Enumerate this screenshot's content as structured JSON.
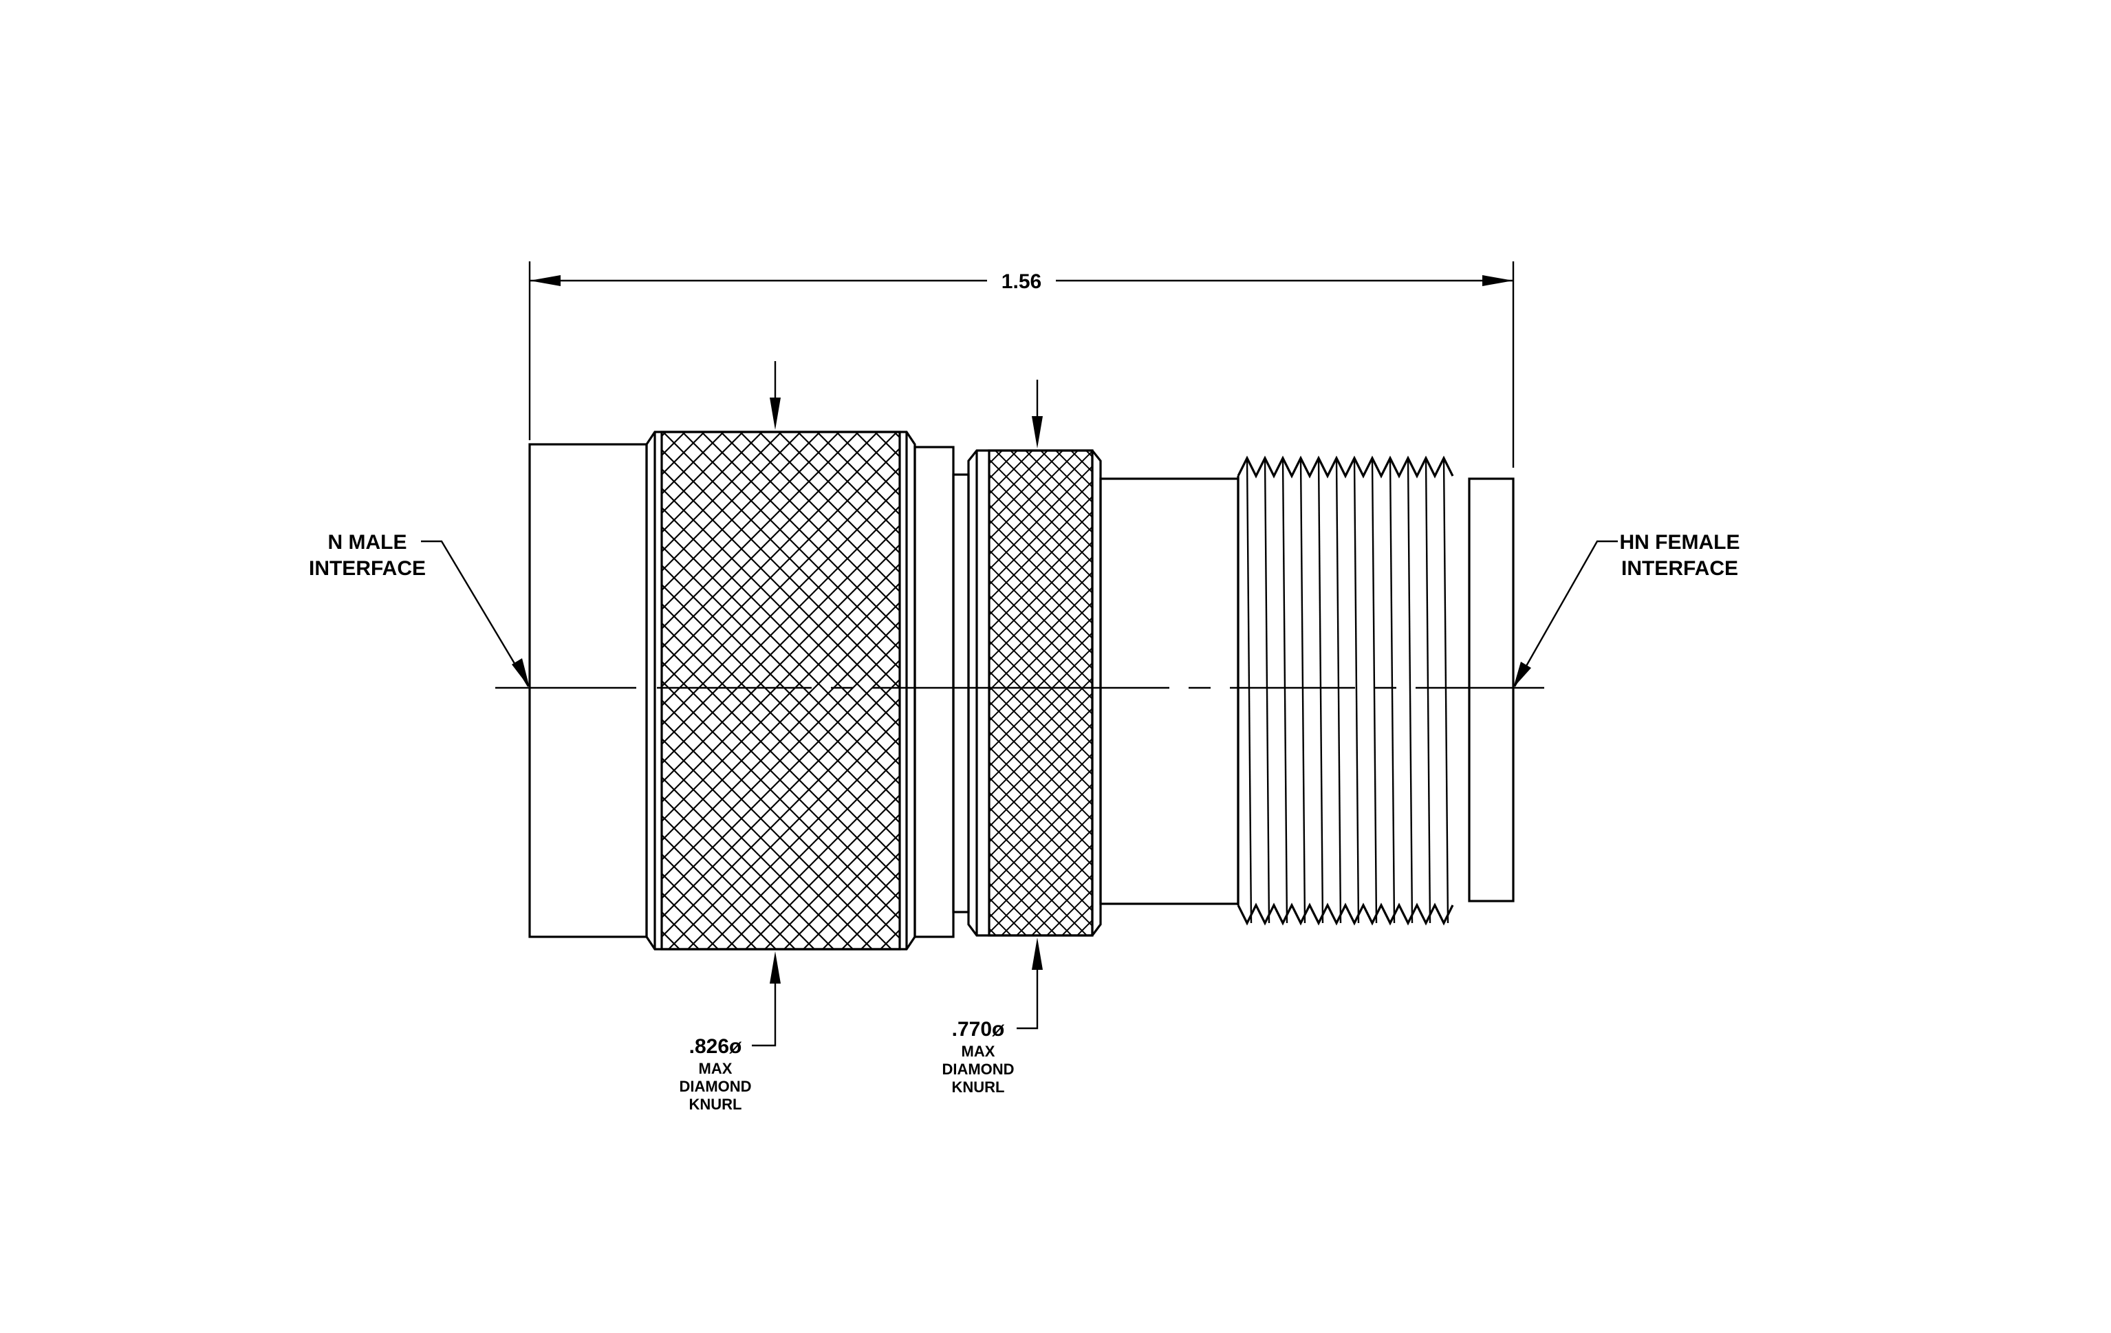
{
  "dimensions": {
    "overall_length": "1.56"
  },
  "labels": {
    "left_interface": {
      "line1": "N  MALE",
      "line2": "INTERFACE"
    },
    "right_interface": {
      "line1": "HN  FEMALE",
      "line2": "INTERFACE"
    },
    "knurl_large": {
      "diameter": ".826ø",
      "line2": "MAX",
      "line3": "DIAMOND",
      "line4": "KNURL"
    },
    "knurl_small": {
      "diameter": ".770ø",
      "line2": "MAX",
      "line3": "DIAMOND",
      "line4": "KNURL"
    }
  }
}
